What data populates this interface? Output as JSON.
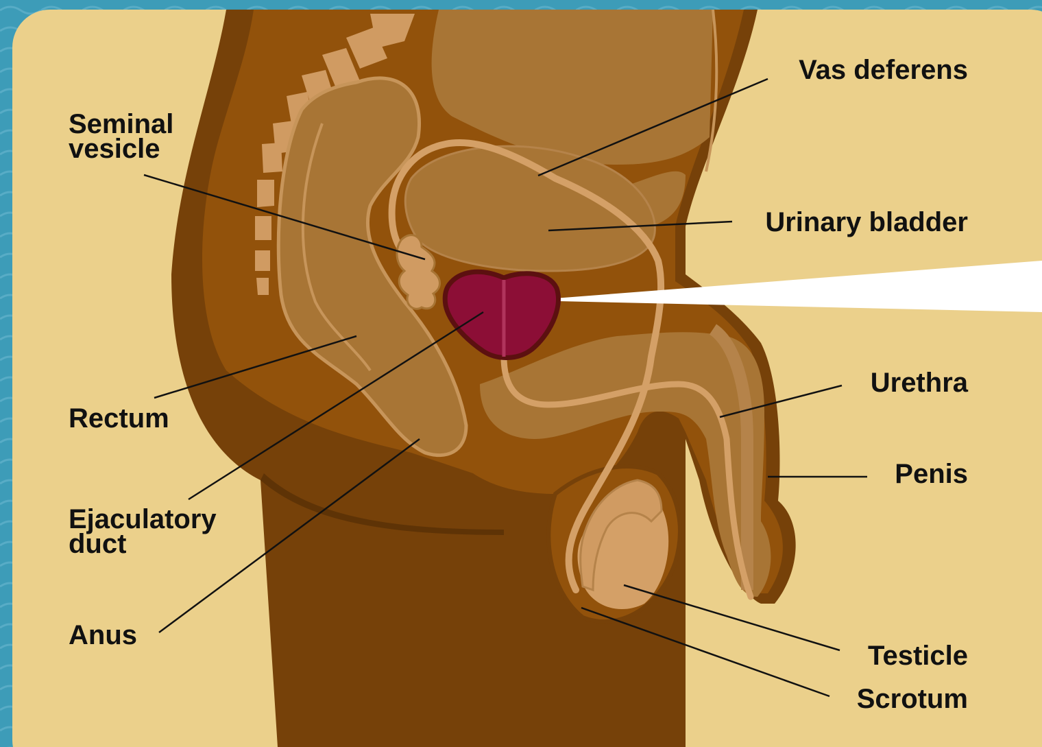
{
  "labels": {
    "seminal_vesicle": "Seminal vesicle",
    "rectum": "Rectum",
    "ejaculatory_duct": "Ejaculatory duct",
    "anus": "Anus",
    "vas_deferens": "Vas deferens",
    "urinary_bladder": "Urinary bladder",
    "urethra": "Urethra",
    "penis": "Penis",
    "testicle": "Testicle",
    "scrotum": "Scrotum"
  },
  "colors": {
    "background_water": "#3d9cb8",
    "panel": "#ebd08b",
    "body_dark": "#764109",
    "body_mid": "#92520b",
    "organ": "#a87535",
    "tube": "#d4a067",
    "prostate": "#8c0e36",
    "prostate_outline": "#5c1010",
    "callout": "#ffffff",
    "leader_line": "#111111"
  }
}
